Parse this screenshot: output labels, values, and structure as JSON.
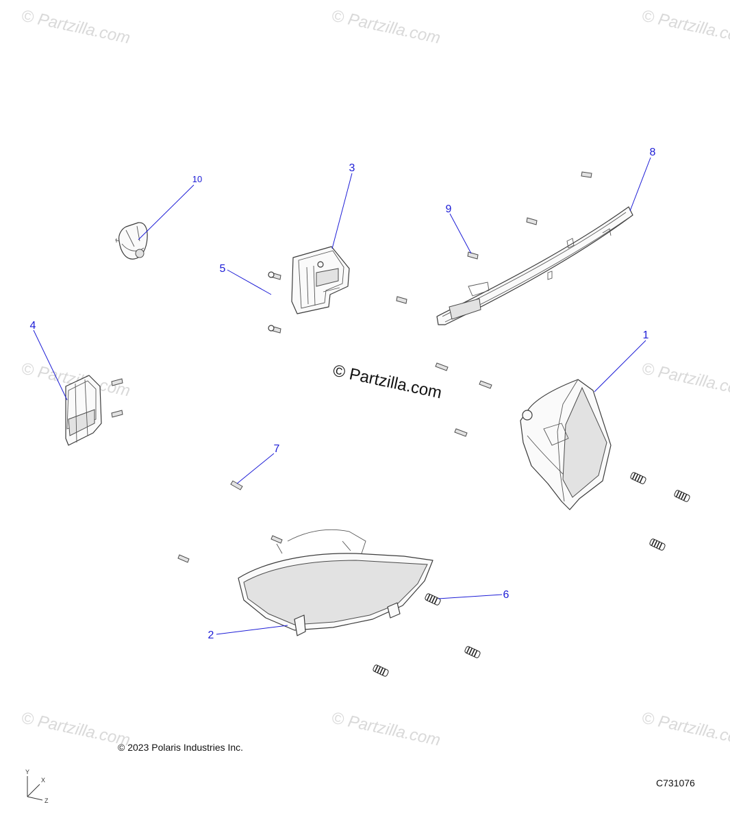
{
  "watermark": {
    "text": "© Partzilla.com"
  },
  "center_watermark": "© Partzilla.com",
  "callouts": [
    {
      "id": "1",
      "label": "1"
    },
    {
      "id": "2",
      "label": "2"
    },
    {
      "id": "3",
      "label": "3"
    },
    {
      "id": "4",
      "label": "4"
    },
    {
      "id": "5",
      "label": "5"
    },
    {
      "id": "6",
      "label": "6"
    },
    {
      "id": "7",
      "label": "7"
    },
    {
      "id": "8",
      "label": "8"
    },
    {
      "id": "9",
      "label": "9"
    },
    {
      "id": "10",
      "label": "10"
    }
  ],
  "footer": {
    "copyright": "© 2023 Polaris Industries Inc.",
    "diagram_code": "C731076"
  },
  "axis_triad": {
    "y": "Y",
    "x": "X",
    "z": "Z"
  },
  "colors": {
    "callout": "#1b1bd6",
    "line_art": "#3a3a3a",
    "watermark": "#d9d9d9"
  }
}
